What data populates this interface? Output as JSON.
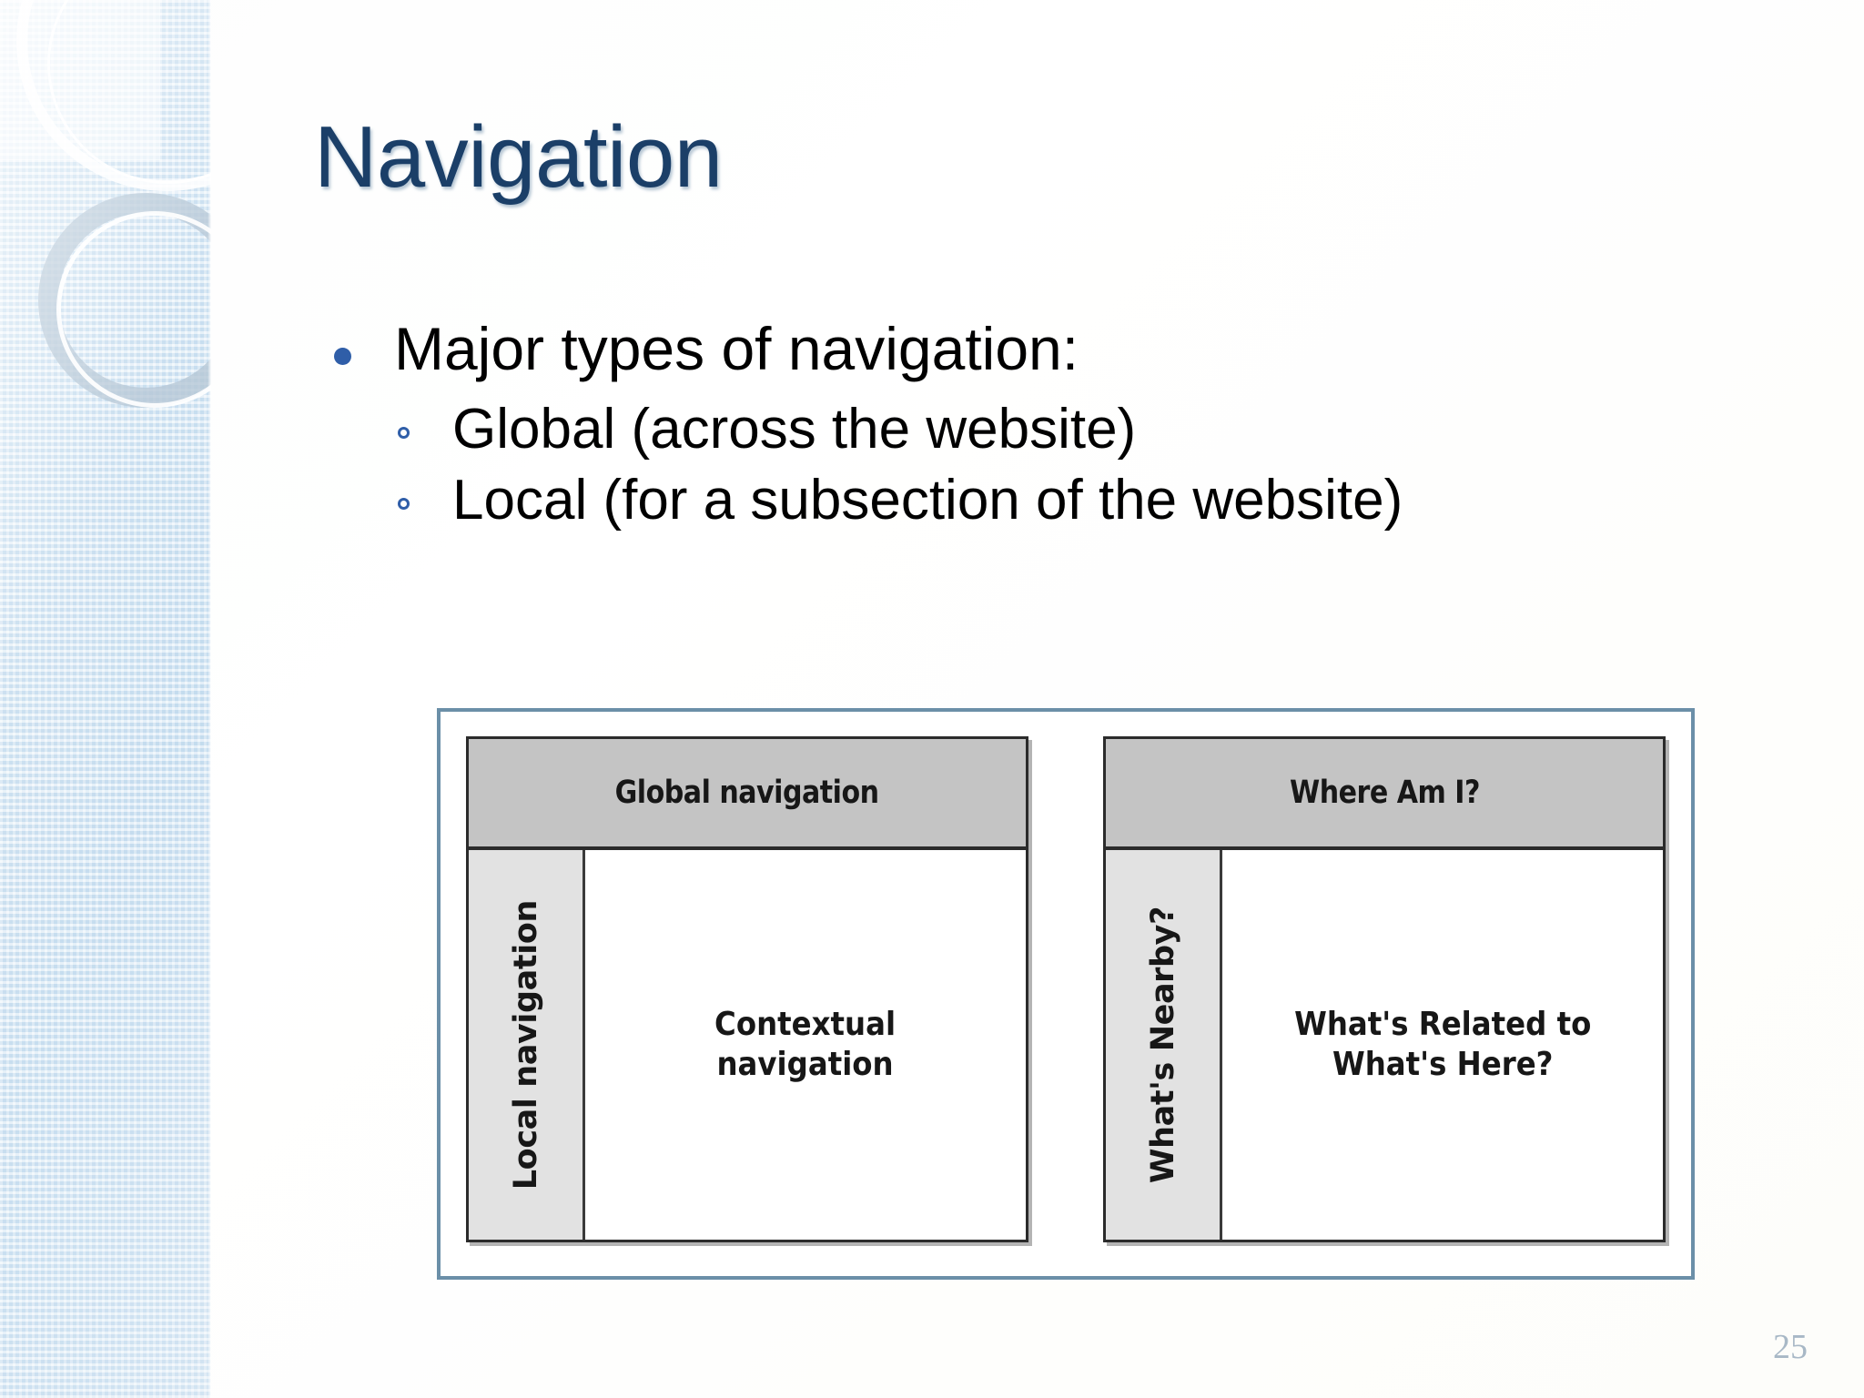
{
  "slide": {
    "title": "Navigation",
    "page_number": "25",
    "accent_color": "#1b3f68",
    "bullet_color": "#2f5ea8",
    "figure_border_color": "#6b8fa8",
    "band_color": "#d7e8f5"
  },
  "bullets": {
    "level1": "Major types of navigation:",
    "level2": [
      "Global (across the website)",
      "Local (for a subsection of the website)"
    ]
  },
  "figure": {
    "panels": [
      {
        "header": "Global navigation",
        "rail": "Local navigation",
        "content": "Contextual\nnavigation"
      },
      {
        "header": "Where Am I?",
        "rail": "What's Nearby?",
        "content": "What's Related to\nWhat's Here?"
      }
    ]
  }
}
